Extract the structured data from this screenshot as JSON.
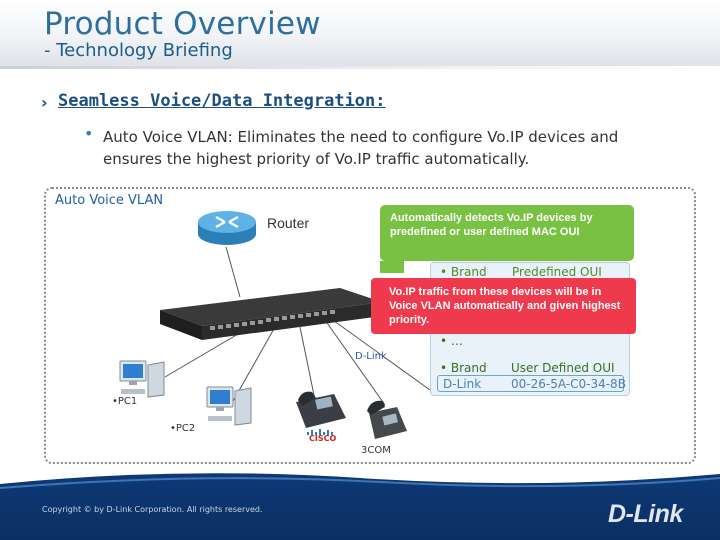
{
  "slide": {
    "title": "Product Overview",
    "subtitle": "- Technology Briefing"
  },
  "section": {
    "heading": "Seamless Voice/Data Integration:",
    "bullet": "Auto Voice VLAN: Eliminates the need to configure Vo.IP devices and ensures the highest priority of Vo.IP traffic automatically."
  },
  "diagram": {
    "panel_title": "Auto Voice VLAN",
    "router_label": "Router",
    "switch_brand": "D-Link",
    "green_callout": "Automatically detects Vo.IP devices by predefined or user defined MAC OUI",
    "red_callout": "Vo.IP traffic from these devices will be in Voice VLAN automatically and given highest priority.",
    "oui_table": {
      "col_brand": "• Brand",
      "col_predefined": "Predefined OUI",
      "ellipsis": "• …",
      "col_brand_2": "• Brand",
      "col_user_defined": "User Defined OUI",
      "row_brand": "D-Link",
      "row_oui": "00-26-5A-C0-34-8B"
    },
    "pc1_label": "•PC1",
    "pc2_label": "•PC2",
    "cisco_label": "CISCO",
    "third_phone_label": "3COM"
  },
  "footer": {
    "copyright": "Copyright © by D-Link Corporation. All rights reserved.",
    "logo": "D-Link"
  },
  "colors": {
    "title": "#2e6f9e",
    "green_callout": "#79c143",
    "red_callout": "#ee3a4c",
    "footer": "#0e3a78"
  },
  "icons": [
    "router-icon",
    "switch-icon",
    "pc-icon",
    "ip-phone-icon"
  ]
}
